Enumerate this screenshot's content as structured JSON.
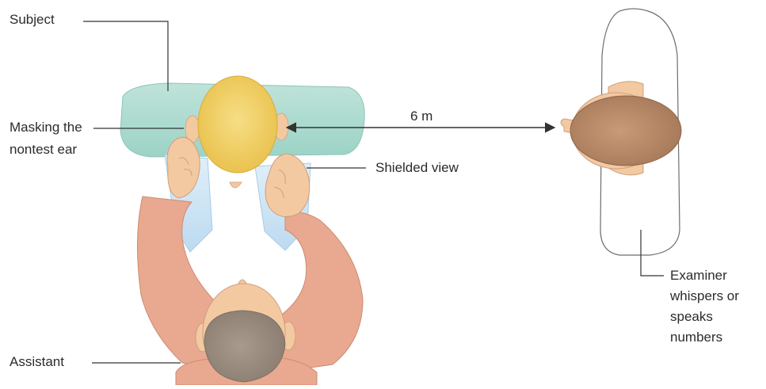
{
  "labels": {
    "subject": "Subject",
    "masking_line1": "Masking the",
    "masking_line2": "nontest ear",
    "distance": "6 m",
    "shielded_view": "Shielded view",
    "assistant": "Assistant",
    "examiner_line1": "Examiner",
    "examiner_line2": "whispers or",
    "examiner_line3": "speaks",
    "examiner_line4": "numbers"
  },
  "colors": {
    "subject_chair": "#a8d9cf",
    "subject_head": "#f0cf5a",
    "skin": "#f3c9a2",
    "assistant_body": "#e8a58c",
    "assistant_hair": "#9a8a7c",
    "examiner_hair": "#b98a68",
    "shield": "#cde5f4",
    "line": "#333333"
  }
}
